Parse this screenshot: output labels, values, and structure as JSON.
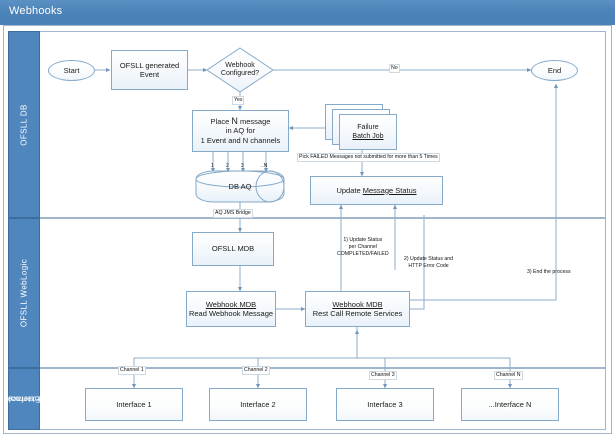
{
  "window": {
    "title": "Webhooks"
  },
  "lanes": [
    {
      "id": "ofsll-db",
      "label": "OFSLL DB"
    },
    {
      "id": "ofsll-weblogic",
      "label": "OFSLL WebLogic"
    },
    {
      "id": "external-interface",
      "label_line1": "External",
      "label_line2": "Interface",
      "label": "External Interface"
    }
  ],
  "nodes": {
    "start": {
      "label": "Start",
      "shape": "oval"
    },
    "ofsll_event": {
      "line1": "OFSLL generated",
      "line2": "Event",
      "shape": "process"
    },
    "webhook_configured": {
      "line1": "Webhook",
      "line2": "Configured?",
      "shape": "decision"
    },
    "place_message": {
      "line1_pre": "Place ",
      "line1_big": "N",
      "line1_post": " message",
      "line2": "in AQ for",
      "line3": "1 Event and N channels",
      "shape": "process"
    },
    "db_aq": {
      "label": "DB AQ",
      "shape": "cylinder"
    },
    "failure_batch_job": {
      "line1": "Failure",
      "line2": "Batch Job",
      "shape": "stacked-process"
    },
    "update_message_status": {
      "text_pre": "Update ",
      "text_underline": "Message Status",
      "shape": "process"
    },
    "ofsll_mdb": {
      "label": "OFSLL MDB",
      "shape": "process"
    },
    "webhook_mdb_read": {
      "line1": "Webhook MDB",
      "line2": "Read Webhook Message",
      "shape": "process"
    },
    "webhook_mdb_rest": {
      "line1": "Webhook MDB",
      "line2": "Rest Call Remote Services",
      "shape": "process"
    },
    "end": {
      "label": "End",
      "shape": "oval"
    },
    "interfaces": [
      {
        "label": "Interface 1"
      },
      {
        "label": "Interface 2"
      },
      {
        "label": "Interface 3"
      },
      {
        "label": "...Interface N"
      }
    ]
  },
  "edge_labels": {
    "no": "No",
    "yes": "Yes",
    "aq_jms_bridge": "AQ JMS Bridge",
    "pick_failed": "Pick FAILED Messages not submitted for more than 5 Times",
    "fanout": [
      "1",
      "2",
      "3",
      "..N"
    ],
    "update_status_channel": {
      "line1": "1) Update Status",
      "line2": "per Channel",
      "line3": "COMPLETED/FAILED"
    },
    "update_status_http": {
      "line1": "2) Update Status and",
      "line2": "HTTP Error Code"
    },
    "end_process": "3) End the process",
    "channels": [
      "Channel 1",
      "Channel 2",
      "Channel 3",
      "Channel N"
    ]
  },
  "colors": {
    "title_bar": "#4b82b8",
    "lane_header": "#4e86bd",
    "shape_border": "#85a9c9",
    "connector": "#8fadc8",
    "frame_border": "#9fb6cc",
    "text": "#1a1a1a"
  }
}
